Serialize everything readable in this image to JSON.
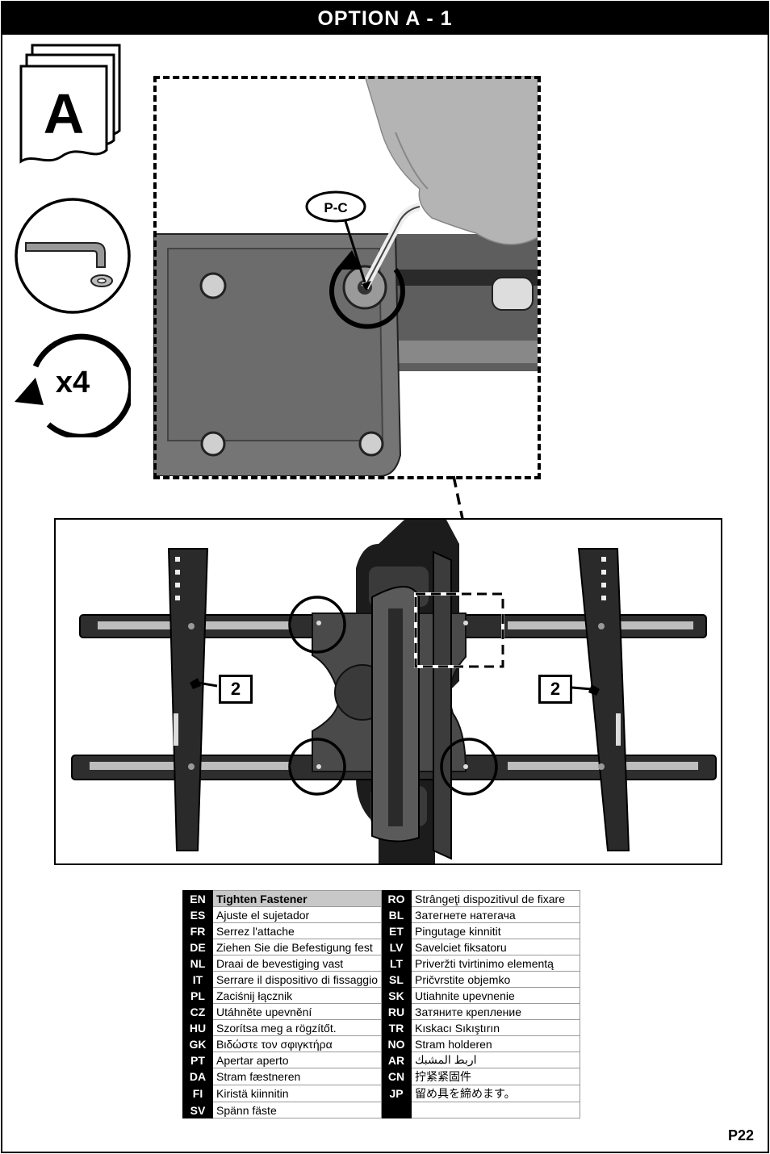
{
  "header": {
    "title": "OPTION A - 1"
  },
  "icons": {
    "sheet_letter": "A",
    "tool_icon": "allen-key-icon",
    "repeat_label": "x4"
  },
  "photo": {
    "part_label": "P-C"
  },
  "assembly": {
    "callout_left": "2",
    "callout_right": "2"
  },
  "languages": [
    {
      "code": "EN",
      "text": "Tighten Fastener"
    },
    {
      "code": "ES",
      "text": "Ajuste el sujetador"
    },
    {
      "code": "FR",
      "text": "Serrez l'attache"
    },
    {
      "code": "DE",
      "text": "Ziehen Sie die Befestigung fest"
    },
    {
      "code": "NL",
      "text": "Draai de bevestiging vast"
    },
    {
      "code": "IT",
      "text": "Serrare il dispositivo di fissaggio"
    },
    {
      "code": "PL",
      "text": "Zaciśnij łącznik"
    },
    {
      "code": "CZ",
      "text": "Utáhněte upevnění"
    },
    {
      "code": "HU",
      "text": "Szorítsa meg a rögzítőt."
    },
    {
      "code": "GK",
      "text": "Βιδώστε τον σφιγκτήρα"
    },
    {
      "code": "PT",
      "text": "Apertar aperto"
    },
    {
      "code": "DA",
      "text": "Stram fæstneren"
    },
    {
      "code": "FI",
      "text": "Kiristä kiinnitin"
    },
    {
      "code": "SV",
      "text": "Spänn fäste"
    },
    {
      "code": "RO",
      "text": "Strângeţi dispozitivul de fixare"
    },
    {
      "code": "BL",
      "text": "Затегнете натегача"
    },
    {
      "code": "ET",
      "text": "Pingutage kinnitit"
    },
    {
      "code": "LV",
      "text": "Savelciet fiksatoru"
    },
    {
      "code": "LT",
      "text": "Priveržti tvirtinimo elementą"
    },
    {
      "code": "SL",
      "text": "Pričvrstite objemko"
    },
    {
      "code": "SK",
      "text": "Utiahnite upevnenie"
    },
    {
      "code": "RU",
      "text": "Затяните крепление"
    },
    {
      "code": "TR",
      "text": "Kıskacı Sıkıştırın"
    },
    {
      "code": "NO",
      "text": "Stram holderen"
    },
    {
      "code": "AR",
      "text": "اربط المشبك"
    },
    {
      "code": "CN",
      "text": "拧紧紧固件"
    },
    {
      "code": "JP",
      "text": "留め具を締めます。"
    },
    {
      "code": "",
      "text": ""
    }
  ],
  "footer": {
    "page_number": "P22"
  }
}
